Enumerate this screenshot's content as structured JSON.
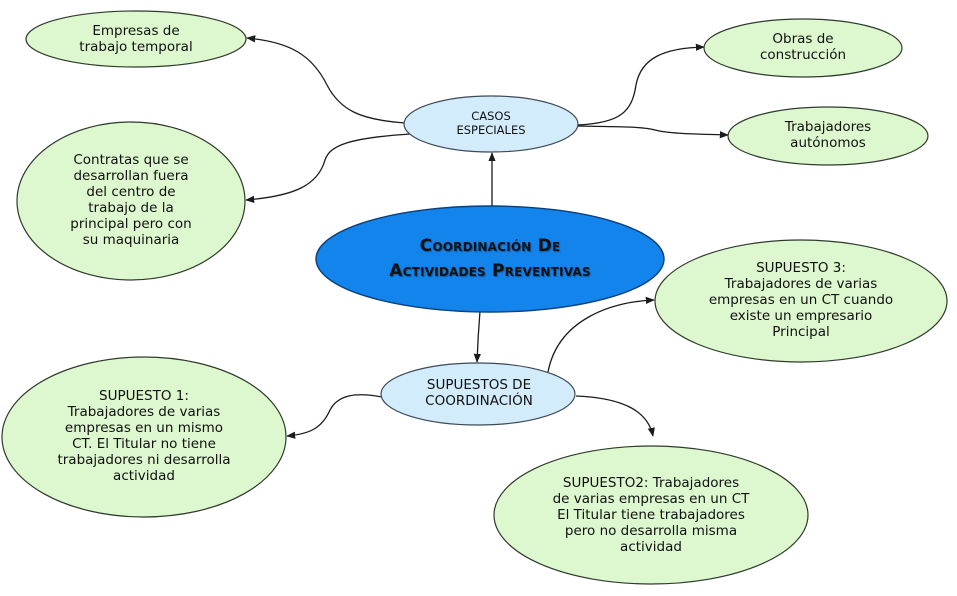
{
  "central": {
    "line1": "Coordinación De",
    "line2": "Actividades Preventivas"
  },
  "hubs": {
    "casos_especiales": "CASOS\nESPECIALES",
    "supuestos": "SUPUESTOS DE\nCOORDINACIÓN"
  },
  "casos_especiales": {
    "empresas_trabajo_temporal": "Empresas de\ntrabajo temporal",
    "contratas": "Contratas que se\ndesarrollan fuera\ndel centro de\ntrabajo de la\nprincipal pero con\nsu maquinaria",
    "obras_construccion": "Obras de\nconstrucción",
    "trabajadores_autonomos": "Trabajadores\nautónomos"
  },
  "supuestos": {
    "supuesto1": "SUPUESTO 1:\nTrabajadores de varias\nempresas en un mismo\nCT. El Titular no tiene\ntrabajadores ni desarrolla\nactividad",
    "supuesto2": "SUPUESTO2: Trabajadores\nde varias empresas en un CT\nEl Titular tiene trabajadores\npero no  desarrolla misma\nactividad",
    "supuesto3": "SUPUESTO 3:\nTrabajadores de varias\nempresas en un CT cuando\nexiste un empresario\nPrincipal"
  },
  "colors": {
    "leaf_fill": "#ddf7cf",
    "leaf_stroke": "#2f3a2c",
    "hub_fill": "#d2ecfb",
    "hub_stroke": "#3d4a55",
    "central_fill": "#1384ec",
    "central_stroke": "#0a3f7a",
    "connector": "#1b1b1b"
  }
}
